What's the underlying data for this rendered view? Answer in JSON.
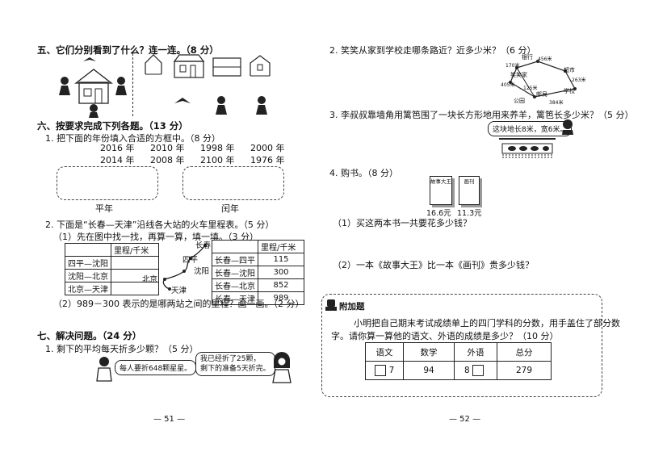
{
  "left": {
    "sec5": {
      "title": "五、它们分别看到了什么？连一连。（8 分）"
    },
    "sec6": {
      "title": "六、按要求完成下列各题。（13 分）",
      "q1": "1. 把下面的年份填入合适的方框中。（8 分）",
      "years": [
        "2016 年",
        "2010 年",
        "1998 年",
        "2000 年",
        "2014 年",
        "2008 年",
        "2100 年",
        "1976 年"
      ],
      "box1_label": "平年",
      "box2_label": "闰年",
      "q2": "2. 下面是“长春—天津”沿线各大站的火车里程表。（5 分）",
      "q2_1": "（1）先在图中找一找，再算一算，填一填。（3 分）",
      "table1": {
        "header": "里程/千米",
        "rows": [
          "四平—沈阳",
          "沈阳—北京",
          "北京—天津"
        ]
      },
      "map_labels": {
        "changchun": "长春",
        "siping": "四平",
        "shenyang": "沈阳",
        "beijing": "北京",
        "tianjin": "天津"
      },
      "table2": {
        "header": "里程/千米",
        "rows": [
          {
            "route": "长春—四平",
            "km": "115"
          },
          {
            "route": "长春—沈阳",
            "km": "300"
          },
          {
            "route": "长春—北京",
            "km": "852"
          },
          {
            "route": "长春—天津",
            "km": "989"
          }
        ]
      },
      "q2_2": "（2）989－300 表示的是哪两站之间的里程？画一画。（2 分）"
    },
    "sec7": {
      "title": "七、解决问题。（24 分）",
      "q1": "1. 剩下的平均每天折多少颗？（5 分）",
      "bubble1": "每人要折648颗星星。",
      "bubble2_line1": "我已经折了25颗，",
      "bubble2_line2": "剩下的准备5天折完。"
    },
    "page": "— 51 —"
  },
  "right": {
    "q2": {
      "text": "2. 笑笑从家到学校走哪条路近？近多少米？（6 分）",
      "labels": {
        "bank": "银行",
        "super": "超市",
        "home": "笑笑家",
        "park": "公园",
        "post": "邮局",
        "school": "学校"
      },
      "distances": {
        "d1": "170米",
        "d2": "456米",
        "d3": "263米",
        "d4": "405米",
        "d5": "125米",
        "d6": "384米"
      }
    },
    "q3": {
      "text": "3. 李叔叔靠墙角用篱笆围了一块长方形地用来养羊，篱笆长多少米？（5 分）",
      "bubble": "这块地长8米，宽6米。"
    },
    "q4": {
      "text": "4. 购书。（8 分）",
      "book1_title": "故事大王",
      "book1_price": "16.6元",
      "book2_title": "画刊",
      "book2_price": "11.3元",
      "sub1": "（1）买这两本书一共要花多少钱？",
      "sub2": "（2）一本《故事大王》比一本《画刊》贵多少钱？"
    },
    "bonus": {
      "badge": "附加题",
      "text1": "小明把自己期末考试成绩单上的四门学科的分数，用手盖住了部分数",
      "text2": "字。请你算一算他的语文、外语的成绩是多少？（10 分）",
      "headers": [
        "语文",
        "数学",
        "外语",
        "总分"
      ],
      "chinese_digit": "7",
      "math": "94",
      "english_digit": "8",
      "total": "279"
    },
    "page": "— 52 —"
  }
}
